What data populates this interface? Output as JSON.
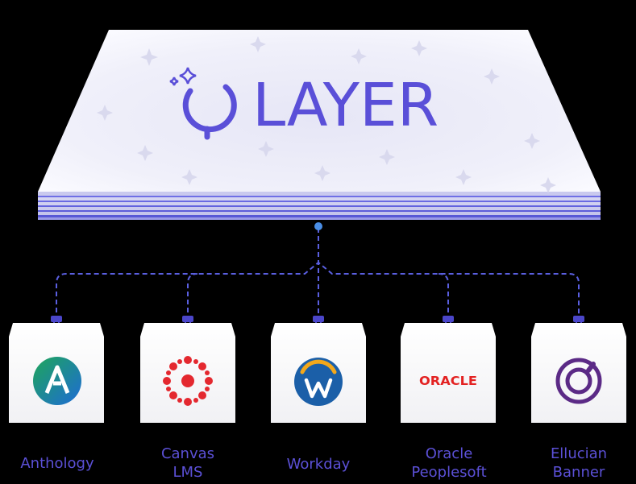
{
  "brand": {
    "logo_text": "LAYER",
    "accent_color": "#5a4fd8",
    "platform_color": "#f3f3fb",
    "connector_color": "#5f5fe0"
  },
  "integrations": [
    {
      "name_lines": [
        "Anthology"
      ],
      "logo_icon": "anthology-logo-icon",
      "logo_colors": [
        "#1b9d5a",
        "#1e6fd0"
      ]
    },
    {
      "name_lines": [
        "Canvas",
        "LMS"
      ],
      "logo_icon": "canvas-logo-icon",
      "logo_colors": [
        "#e4282f"
      ]
    },
    {
      "name_lines": [
        "Workday"
      ],
      "logo_icon": "workday-logo-icon",
      "logo_colors": [
        "#1b5fa8",
        "#f3a81b"
      ]
    },
    {
      "name_lines": [
        "Oracle",
        "Peoplesoft"
      ],
      "logo_text": "ORACLE",
      "logo_icon": "oracle-logo-icon",
      "logo_colors": [
        "#e32222"
      ]
    },
    {
      "name_lines": [
        "Ellucian",
        "Banner"
      ],
      "logo_icon": "ellucian-logo-icon",
      "logo_colors": [
        "#5b2a86"
      ]
    }
  ]
}
